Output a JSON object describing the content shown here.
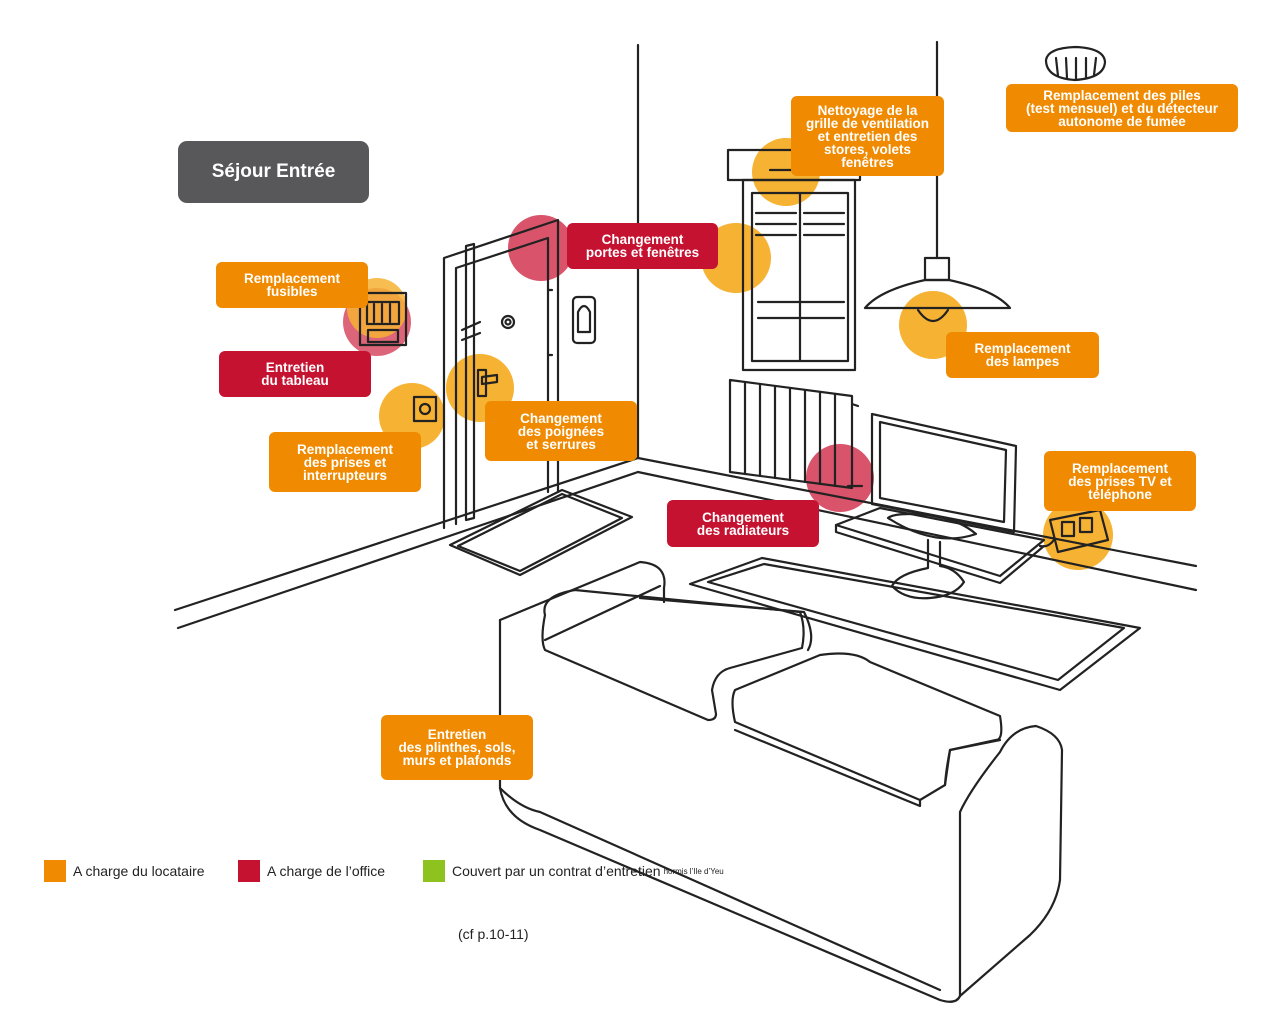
{
  "colors": {
    "orange": "#f08a00",
    "red": "#c41230",
    "green": "#8dc21f",
    "gray": "#58585a",
    "orange_dot": "#f6b233",
    "red_dot": "#d9546b"
  },
  "title": "Séjour Entrée",
  "labels": {
    "fusibles": "Remplacement\nfusibles",
    "tableau": "Entretien\ndu tableau",
    "prises": "Remplacement\ndes prises et\ninterrupteurs",
    "portes": "Changement\nportes et fenêtres",
    "poignees": "Changement\ndes poignées\net serrures",
    "ventilation": "Nettoyage de la\ngrille de ventilation\net entretien des\nstores, volets\nfenêtres",
    "piles": "Remplacement des piles\n(test mensuel) et du détecteur\nautonome de fumée",
    "lampes": "Remplacement\ndes lampes",
    "radiateurs": "Changement\ndes radiateurs",
    "tv": "Remplacement\ndes prises TV et\ntéléphone",
    "plinthes": "Entretien\ndes plinthes, sols,\nmurs et plafonds"
  },
  "legend": {
    "tenant": "A charge du locataire",
    "office": "A charge de l’office",
    "contract": "Couvert par un contrat d’entretien",
    "contract_note": "hormis l’Ile d’Yeu"
  },
  "reference": "(cf p.10-11)"
}
